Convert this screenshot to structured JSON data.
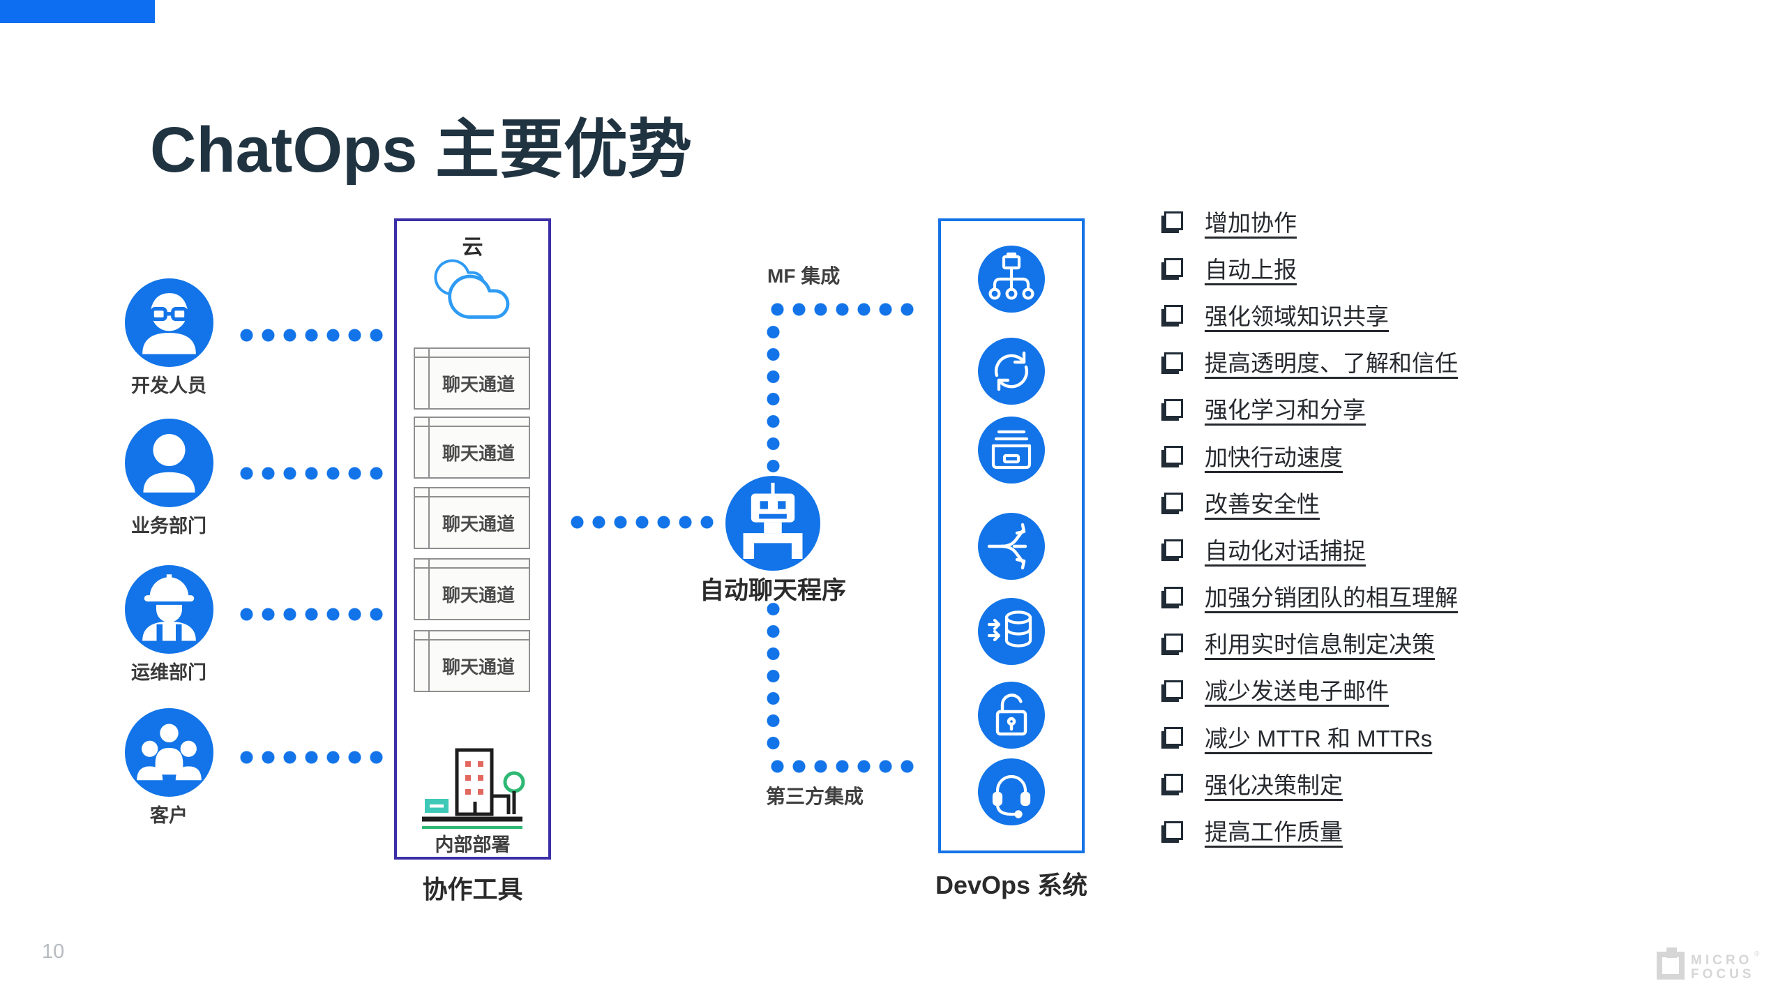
{
  "slide": {
    "title": "ChatOps 主要优势",
    "page_number": "10",
    "accent_color": "#1274e8",
    "collab_border_color": "#3b2fa8",
    "devops_border_color": "#1473e6"
  },
  "actors": [
    {
      "label": "开发人员",
      "icon": "developer-icon"
    },
    {
      "label": "业务部门",
      "icon": "business-person-icon"
    },
    {
      "label": "运维部门",
      "icon": "operations-worker-icon"
    },
    {
      "label": "客户",
      "icon": "customer-group-icon"
    }
  ],
  "collab_box": {
    "cloud_label": "云",
    "cloud_icon": "cloud-icon",
    "channels": [
      "聊天通道",
      "聊天通道",
      "聊天通道",
      "聊天通道",
      "聊天通道"
    ],
    "onprem_icon": "on-premise-building-icon",
    "onprem_label": "内部部署",
    "box_label": "协作工具"
  },
  "bot": {
    "label": "自动聊天程序",
    "icon": "chatbot-icon"
  },
  "integrations": {
    "top": "MF 集成",
    "bottom": "第三方集成"
  },
  "devops_box": {
    "label": "DevOps 系统",
    "icons": [
      "sitemap-icon",
      "sync-icon",
      "archive-icon",
      "split-arrows-icon",
      "database-transfer-icon",
      "unlock-icon",
      "headset-icon"
    ]
  },
  "benefits": [
    "增加协作",
    "自动上报",
    "强化领域知识共享",
    "提高透明度、了解和信任",
    "强化学习和分享",
    "加快行动速度",
    "改善安全性",
    "自动化对话捕捉",
    "加强分销团队的相互理解",
    "利用实时信息制定决策",
    "减少发送电子邮件",
    "减少 MTTR 和 MTTRs",
    "强化决策制定",
    "提高工作质量"
  ],
  "footer": {
    "logo_line1": "MICRO",
    "logo_line2": "FOCUS",
    "registered": "®"
  }
}
